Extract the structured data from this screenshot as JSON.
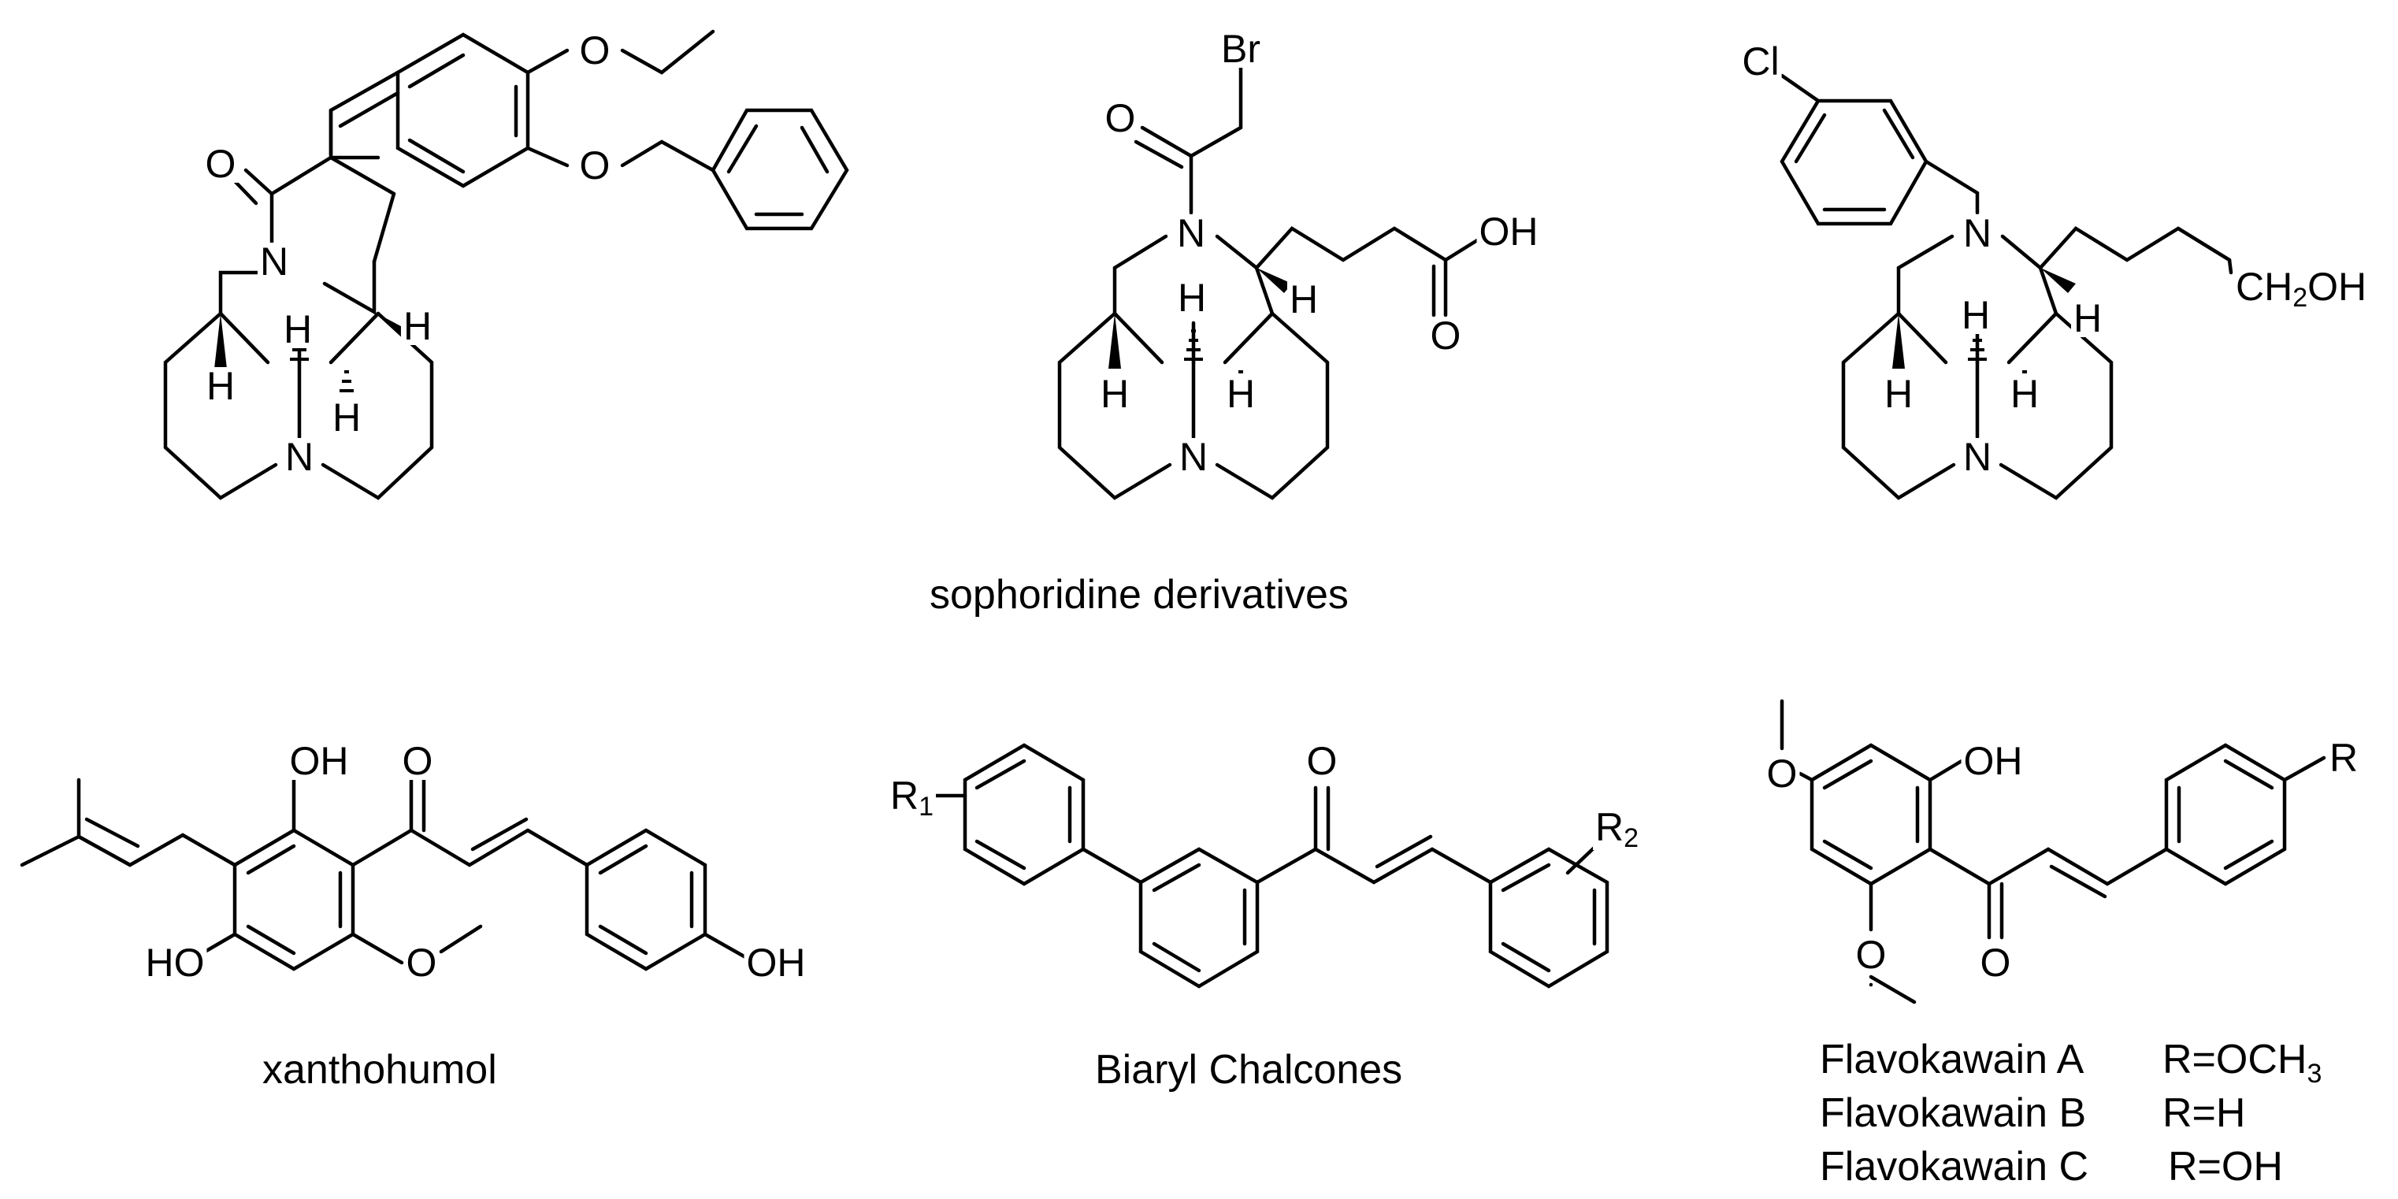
{
  "captions": {
    "sophoridine": "sophoridine derivatives",
    "xanthohumol": "xanthohumol",
    "biaryl": "Biaryl Chalcones",
    "flav_a_name": "Flavokawain A",
    "flav_a_r": "R=OCH",
    "flav_a_r_sub": "3",
    "flav_b_name": "Flavokawain B",
    "flav_b_r": "R=H",
    "flav_c_name": "Flavokawain C",
    "flav_c_r": "R=OH"
  },
  "atoms": {
    "m1": {
      "o_carbonyl": "O",
      "n_amide": "N",
      "n_ring": "N",
      "o_ethoxy": "O",
      "o_benzyloxy": "O",
      "h1": "H",
      "h2": "H",
      "h3": "H",
      "h4": "H"
    },
    "m2": {
      "br": "Br",
      "o_carbonyl": "O",
      "n_amide": "N",
      "n_ring": "N",
      "oh": "OH",
      "o_acid": "O",
      "h1": "H",
      "h2": "H",
      "h3": "H",
      "h4": "H"
    },
    "m3": {
      "cl": "Cl",
      "n_amine": "N",
      "n_ring": "N",
      "ch2oh_a": "CH",
      "ch2oh_sub": "2",
      "ch2oh_b": "OH",
      "h1": "H",
      "h2": "H",
      "h3": "H",
      "h4": "H"
    },
    "m4": {
      "oh_top": "OH",
      "o_carbonyl": "O",
      "ho_left": "HO",
      "o_methoxy": "O",
      "oh_right": "OH"
    },
    "m5": {
      "r1": "R",
      "r1_sub": "1",
      "o_carbonyl": "O",
      "r2": "R",
      "r2_sub": "2"
    },
    "m6": {
      "o_methoxy_top": "O",
      "oh": "OH",
      "r": "R",
      "o_methoxy_bottom": "O",
      "o_carbonyl": "O"
    }
  },
  "icons": {
    "wedge_bond": "wedge-bond-icon",
    "hash_bond": "hash-bond-icon"
  }
}
